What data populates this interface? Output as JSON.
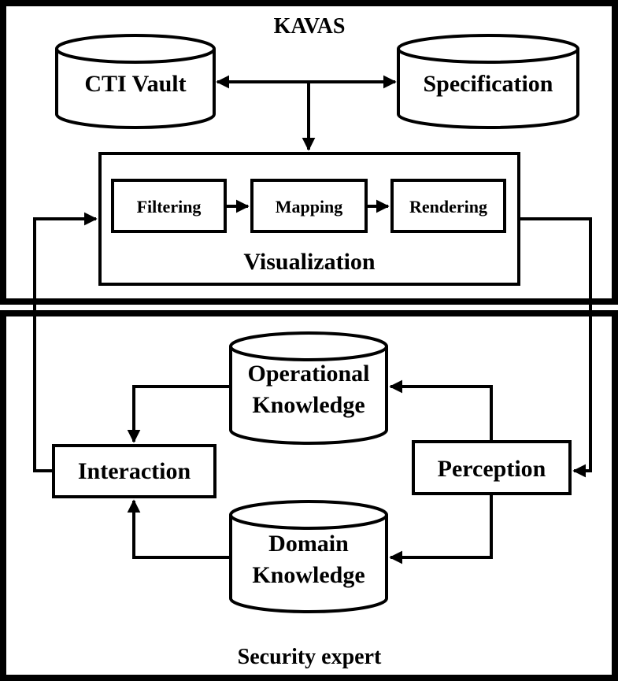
{
  "kavas": {
    "title": "KAVAS",
    "cti_vault": "CTI Vault",
    "specification": "Specification",
    "visualization": {
      "title": "Visualization",
      "steps": [
        "Filtering",
        "Mapping",
        "Rendering"
      ]
    }
  },
  "security_expert": {
    "title": "Security expert",
    "operational_knowledge": [
      "Operational",
      "Knowledge"
    ],
    "domain_knowledge": [
      "Domain",
      "Knowledge"
    ],
    "interaction": "Interaction",
    "perception": "Perception"
  },
  "colors": {
    "line": "#000000",
    "background": "#ffffff"
  }
}
